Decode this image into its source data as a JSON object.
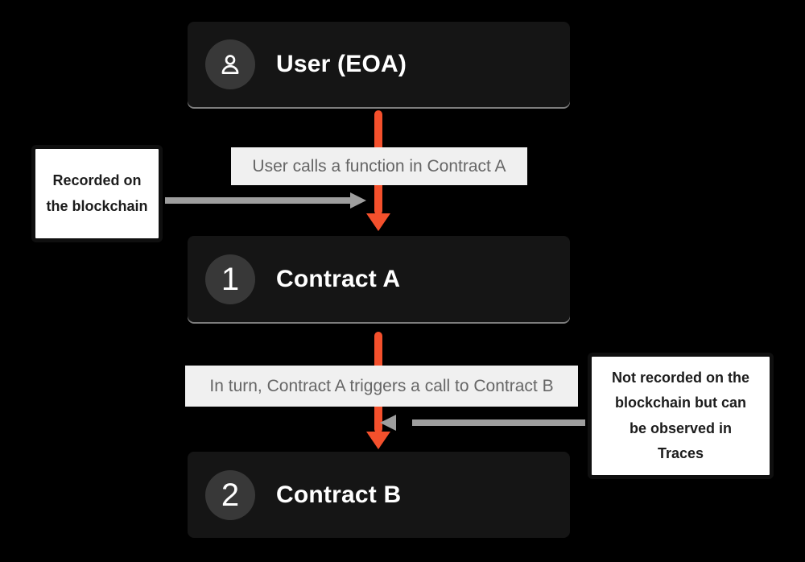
{
  "colors": {
    "background": "#000000",
    "box_bg": "#151515",
    "circle_bg": "#383838",
    "box_text": "#ffffff",
    "label_bg": "#f0f0f0",
    "label_text": "#666666",
    "note_bg": "#ffffff",
    "note_border": "#0f0f0f",
    "note_text": "#1c1c1c",
    "arrow_orange": "#f4502c",
    "arrow_gray": "#9e9e9e"
  },
  "nodes": [
    {
      "id": "user",
      "icon": "person-icon",
      "title": "User (EOA)"
    },
    {
      "id": "contract-a",
      "badge": "1",
      "title": "Contract A"
    },
    {
      "id": "contract-b",
      "badge": "2",
      "title": "Contract B"
    }
  ],
  "edges": [
    {
      "label": "User calls a function in Contract A"
    },
    {
      "label": "In turn, Contract A triggers a call to Contract B"
    }
  ],
  "notes": [
    {
      "id": "left",
      "text": "Recorded on the blockchain"
    },
    {
      "id": "right",
      "text": "Not recorded on the blockchain but can be observed in Traces"
    }
  ]
}
